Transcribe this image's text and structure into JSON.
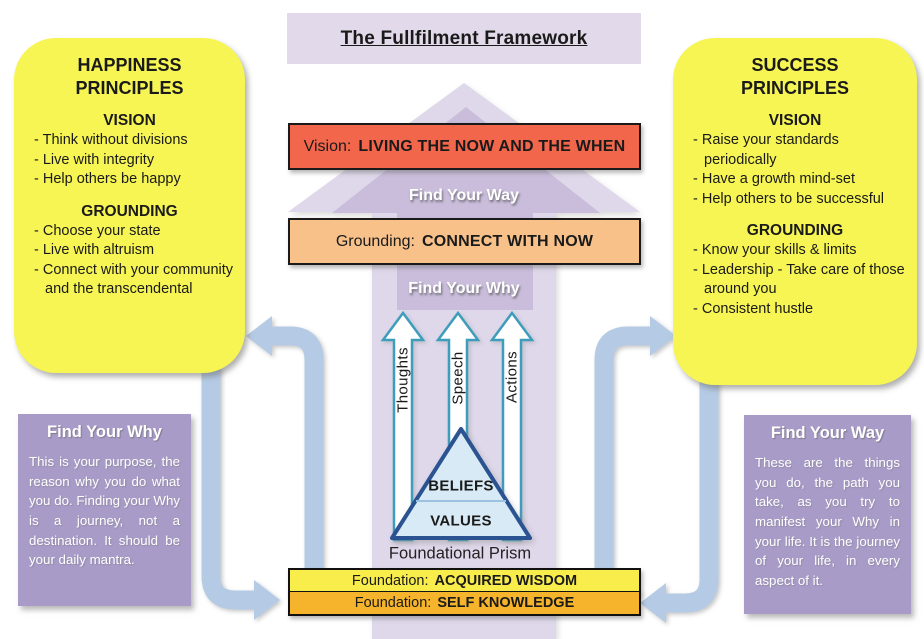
{
  "title": "The Fullfilment Framework",
  "happiness_box": {
    "title": "HAPPINESS PRINCIPLES",
    "vision_heading": "VISION",
    "vision_items": [
      "- Think without divisions",
      "- Live with integrity",
      "- Help others be happy"
    ],
    "grounding_heading": "GROUNDING",
    "grounding_items": [
      "- Choose your state",
      "- Live with altruism",
      "- Connect with your community and the transcendental"
    ]
  },
  "success_box": {
    "title": "SUCCESS PRINCIPLES",
    "vision_heading": "VISION",
    "vision_items": [
      "- Raise your standards periodically",
      "- Have a growth mind-set",
      "- Help others to be successful"
    ],
    "grounding_heading": "GROUNDING",
    "grounding_items": [
      "- Know your skills & limits",
      "- Leadership - Take care of those around you",
      "- Consistent hustle"
    ]
  },
  "center": {
    "vision_bar": {
      "prefix": "Vision:",
      "value": "LIVING THE NOW AND THE WHEN"
    },
    "find_your_way_label": "Find Your Way",
    "grounding_bar": {
      "prefix": "Grounding:",
      "value": "CONNECT WITH NOW"
    },
    "find_your_why_label": "Find Your Why",
    "channel_arrows": [
      "Thoughts",
      "Speech",
      "Actions"
    ],
    "prism": {
      "top": "BELIEFS",
      "bottom": "VALUES",
      "caption": "Foundational Prism"
    },
    "foundation_bars": [
      {
        "prefix": "Foundation:",
        "value": "ACQUIRED WISDOM"
      },
      {
        "prefix": "Foundation:",
        "value": "SELF KNOWLEDGE"
      }
    ]
  },
  "find_your_why_box": {
    "title": "Find Your Why",
    "body": "This is your purpose, the reason why you do what you do. Finding your Why is a journey, not a destination. It should be your daily mantra."
  },
  "find_your_way_box": {
    "title": "Find Your Way",
    "body": "These are the things you do, the path you take, as you try to manifest your Why in your life. It is the journey of your life, in every aspect of it."
  },
  "colors": {
    "title_bg": "#E2DAEB",
    "principle_box_yellow": "#F7F554",
    "vision_bar_orange_red": "#F2664C",
    "grounding_bar_orange": "#F8C18A",
    "foundation_wisdom_yellow": "#F9ED4B",
    "foundation_knowledge_orange": "#F5B42B",
    "side_note_purple": "#A89BC7",
    "framework_arrow_outer": "#DED8EA",
    "framework_arrow_inner": "#C9BDDB",
    "cycle_arrow_blue": "#B5CBE5",
    "channel_arrow_teal": "#3E9DBB",
    "prism_fill": "#D8EAF6",
    "prism_border": "#2B5391"
  }
}
